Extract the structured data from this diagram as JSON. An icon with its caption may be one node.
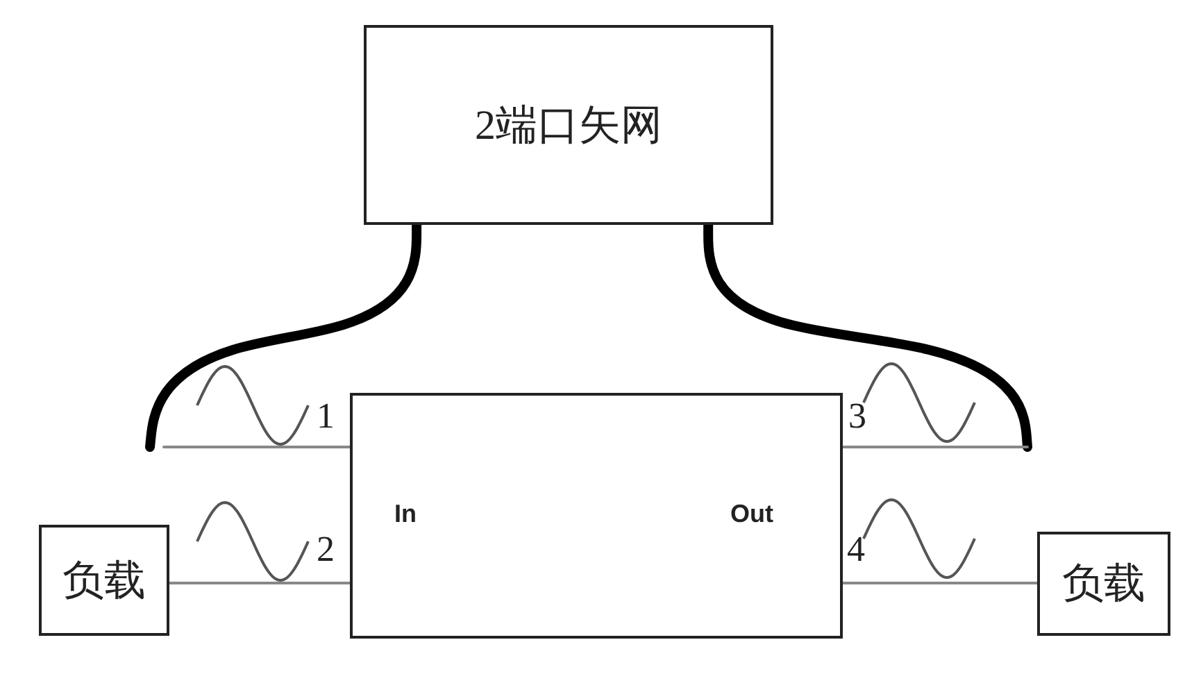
{
  "diagram": {
    "nodes": [
      {
        "text": [
          "2端口矢网"
        ]
      },
      {
        "text": [
          "In",
          "Out"
        ]
      },
      {
        "text": [
          "负载"
        ]
      },
      {
        "text": [
          "负载"
        ]
      }
    ],
    "edges": [
      {
        "from": 0,
        "to": null,
        "arrow": "none",
        "style": "thick",
        "color": "#000000"
      },
      {
        "from": 0,
        "to": null,
        "arrow": "none",
        "style": "thick",
        "color": "#000000"
      },
      {
        "from": null,
        "to": 1,
        "arrow": "none"
      },
      {
        "from": 2,
        "to": 1,
        "arrow": "none"
      },
      {
        "from": 1,
        "to": null,
        "arrow": "none"
      },
      {
        "from": 1,
        "to": 3,
        "arrow": "none"
      }
    ],
    "labels": [
      "1",
      "2",
      "3",
      "4"
    ]
  }
}
